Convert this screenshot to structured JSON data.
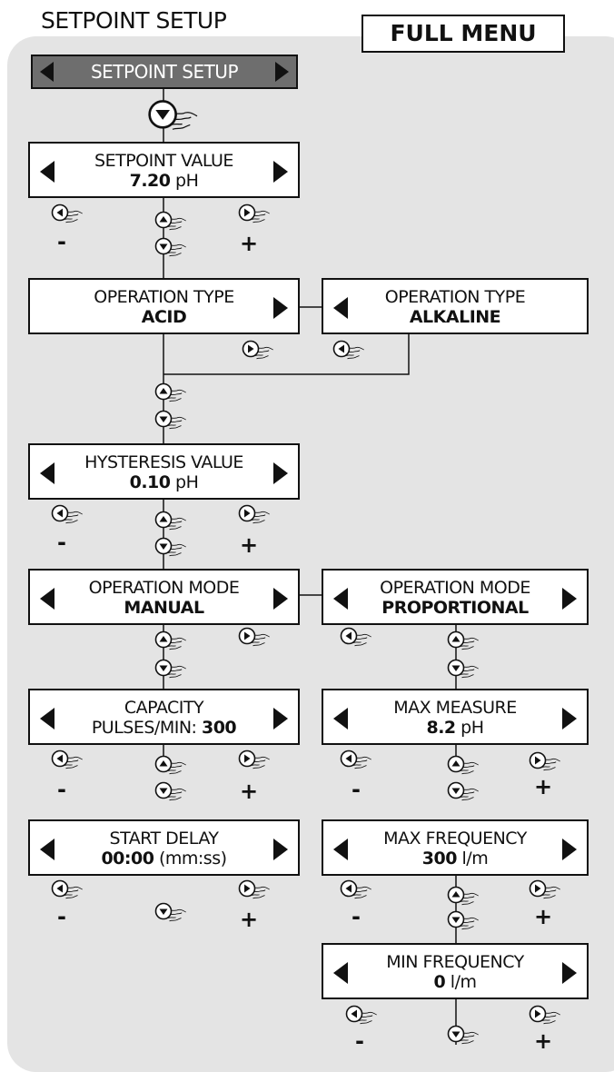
{
  "page_title": "SETPOINT SETUP",
  "full_menu_label": "FULL MENU",
  "header_bar": {
    "label": "SETPOINT SETUP"
  },
  "boxes": {
    "setpoint_value": {
      "label": "SETPOINT VALUE",
      "value": "7.20",
      "unit": " pH"
    },
    "operation_type_acid": {
      "label": "OPERATION TYPE",
      "value": "ACID"
    },
    "operation_type_alkaline": {
      "label": "OPERATION TYPE",
      "value": "ALKALINE"
    },
    "hysteresis_value": {
      "label": "HYSTERESIS VALUE",
      "value": "0.10",
      "unit": " pH"
    },
    "operation_mode_manual": {
      "label": "OPERATION MODE",
      "value": "MANUAL"
    },
    "operation_mode_proportional": {
      "label": "OPERATION MODE",
      "value": "PROPORTIONAL"
    },
    "capacity": {
      "label": "CAPACITY",
      "prefix": "PULSES/MIN: ",
      "value": "300"
    },
    "max_measure": {
      "label": "MAX MEASURE",
      "value": "8.2",
      "unit": " pH"
    },
    "start_delay": {
      "label": "START DELAY",
      "value": "00:00",
      "unit": " (mm:ss)"
    },
    "max_frequency": {
      "label": "MAX FREQUENCY",
      "value": "300",
      "unit": " l/m"
    },
    "min_frequency": {
      "label": "MIN FREQUENCY",
      "value": "0",
      "unit": " l/m"
    }
  },
  "signs": {
    "minus": "-",
    "plus": "+"
  },
  "icons": [
    "arrow-left-icon",
    "arrow-right-icon",
    "arrow-up-icon",
    "arrow-down-icon",
    "hand-pointer-icon"
  ],
  "colors": {
    "panel": "#e4e4e4",
    "header_bar": "#6e6e6e",
    "ink": "#111111"
  }
}
